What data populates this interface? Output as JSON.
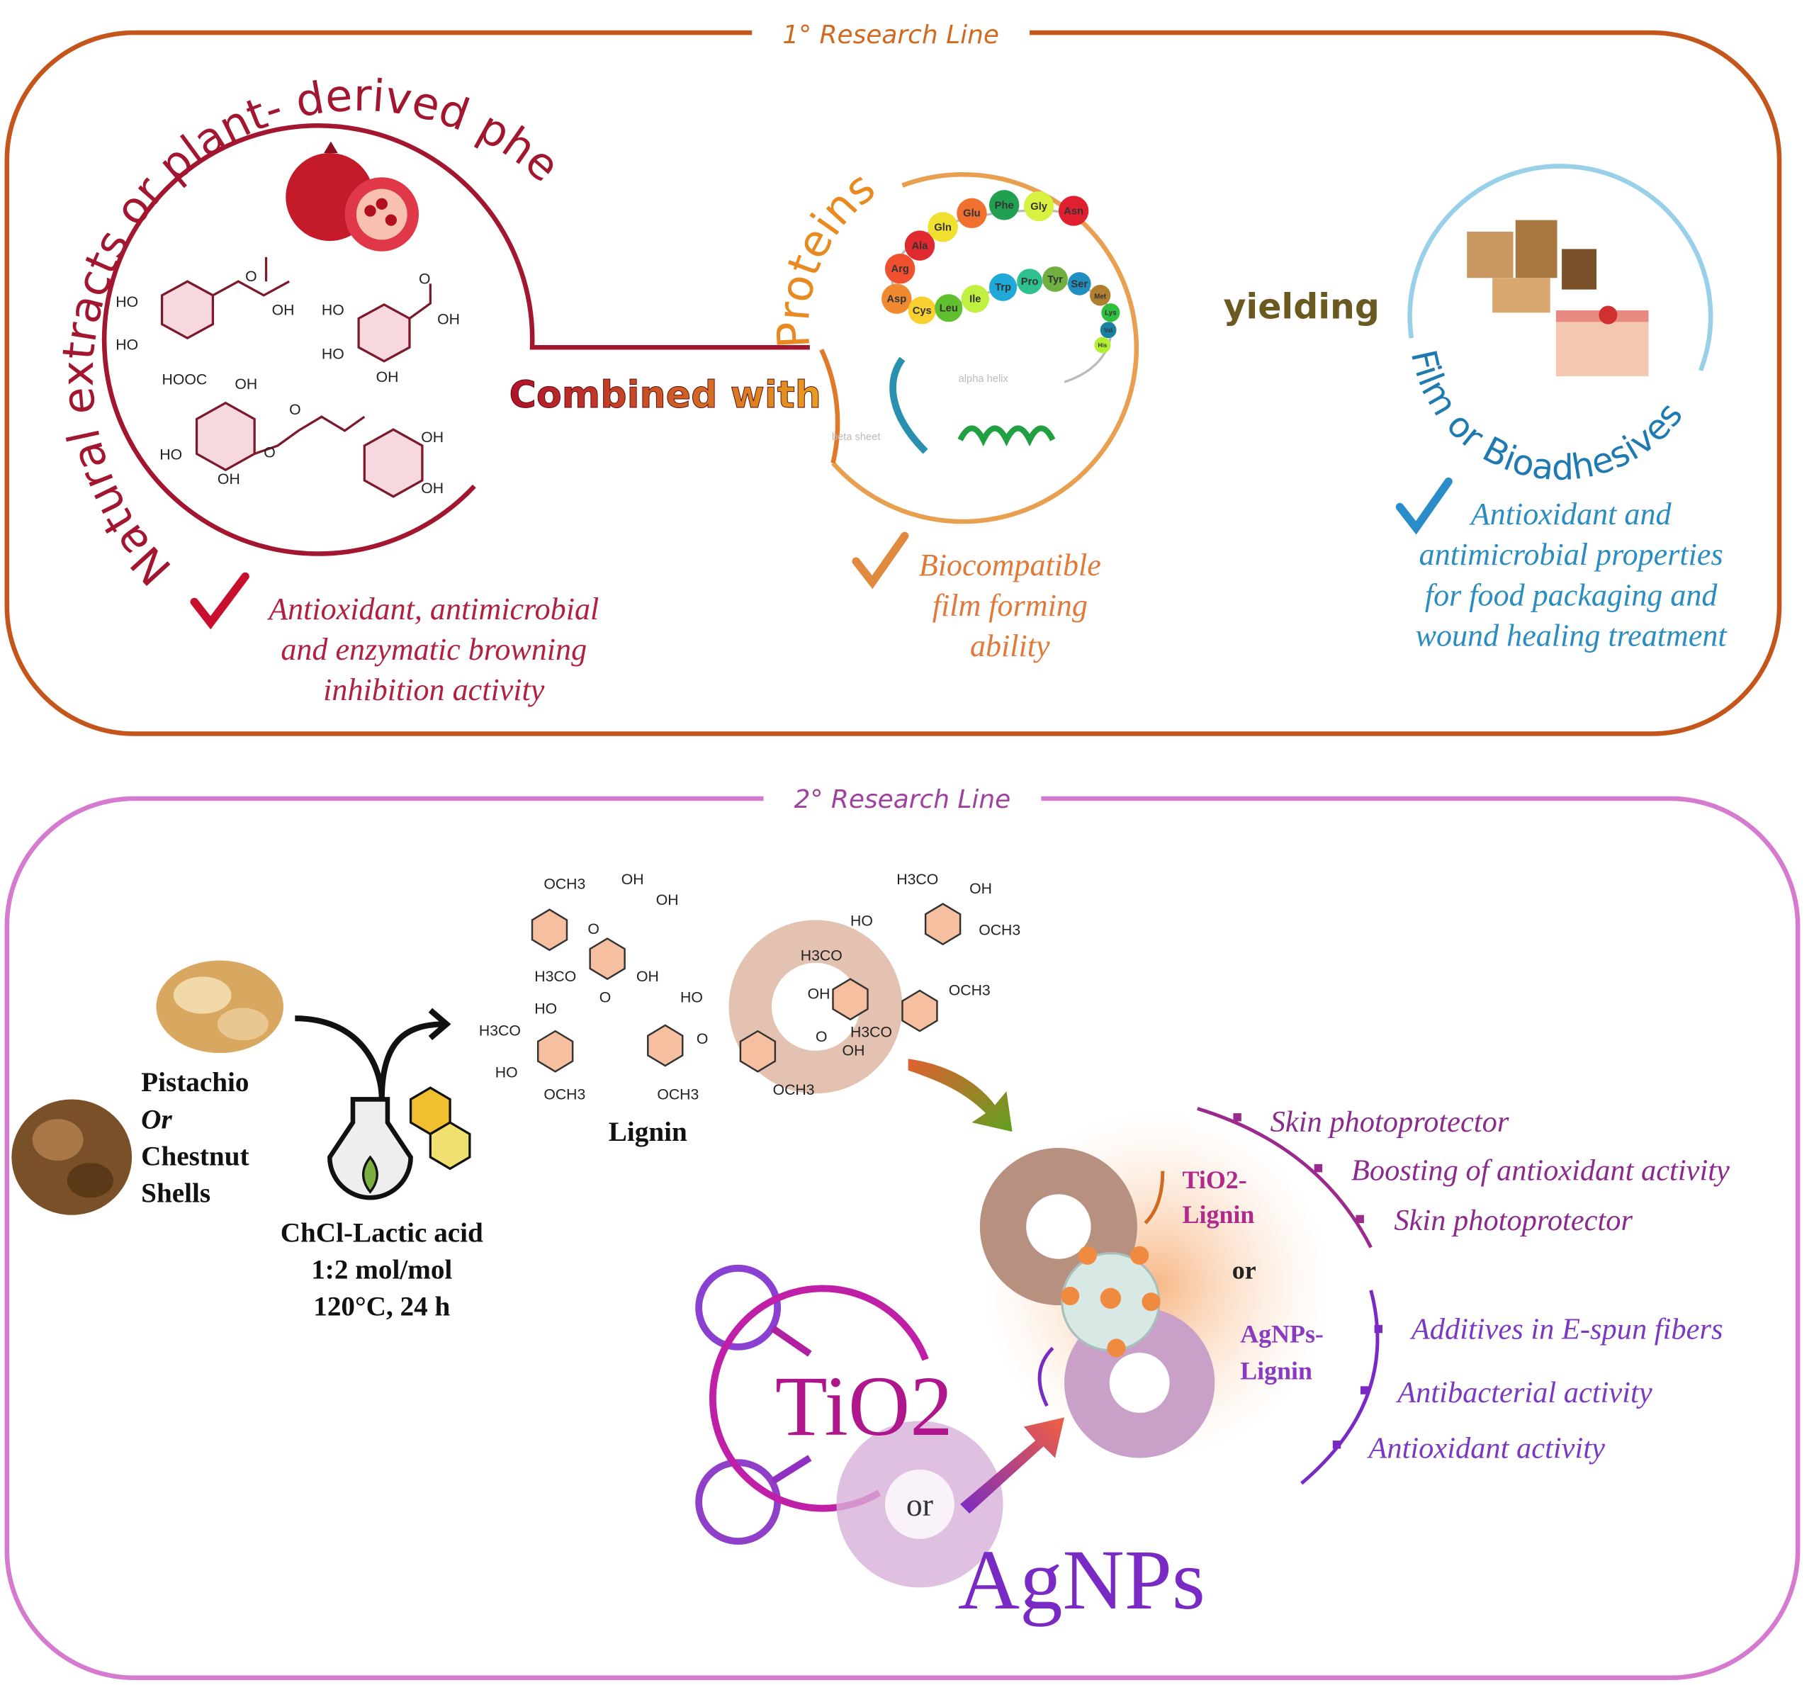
{
  "line1": {
    "title": "1° Research Line",
    "arc_label_phenols": "Natural extracts or plant- derived phenols",
    "phenols_property": [
      "Antioxidant, antimicrobial",
      "and enzymatic browning",
      "inhibition activity"
    ],
    "combined_with": "Combined with",
    "arc_label_proteins": "Proteins",
    "amino_acids": [
      "Asp",
      "Arg",
      "Ala",
      "Gln",
      "Glu",
      "Phe",
      "Gly",
      "Asn",
      "Cys",
      "Leu",
      "Ile",
      "Trp",
      "Pro",
      "Tyr",
      "Ser",
      "Met",
      "Lys",
      "Val",
      "His"
    ],
    "protein_labels": {
      "alpha": "alpha helix",
      "beta": "beta sheet"
    },
    "protein_property": [
      "Biocompatible",
      "film forming",
      "ability"
    ],
    "yielding": "yielding",
    "arc_label_films": "Film or Bioadhesives",
    "films_property": [
      "Antioxidant and",
      "antimicrobial properties",
      "for food packaging and",
      "wound healing treatment"
    ],
    "molecule_labels": {
      "caffeic": [
        "HO",
        "HO",
        "O",
        "OH"
      ],
      "gallic": [
        "HO",
        "HO",
        "OH",
        "O",
        "OH"
      ],
      "chlorogenic": [
        "HOOC",
        "OH",
        "HO",
        "OH",
        "O",
        "O",
        "OH",
        "OH"
      ]
    }
  },
  "line2": {
    "title": "2° Research Line",
    "feedstock": [
      "Pistachio",
      "Or",
      "Chestnut",
      "Shells"
    ],
    "solvent": [
      "ChCl-Lactic acid",
      "1:2 mol/mol",
      "120°C, 24 h"
    ],
    "lignin_label": "Lignin",
    "lignin_groups": [
      "OCH3",
      "OH",
      "OH",
      "H3CO",
      "OH",
      "HO",
      "OCH3",
      "H3CO",
      "OH",
      "HO",
      "H3CO",
      "HO",
      "OCH3",
      "OCH3",
      "OH",
      "H3CO",
      "OH",
      "OCH3",
      "OCH3",
      "HO",
      "O",
      "O",
      "O",
      "O"
    ],
    "products": {
      "tio2_lignin": [
        "TiO2-",
        "Lignin"
      ],
      "or": "or",
      "agnps_lignin": [
        "AgNPs-",
        "Lignin"
      ]
    },
    "tio2_applications": [
      "Skin photoprotector",
      "Boosting of antioxidant activity",
      "Skin photoprotector"
    ],
    "agnps_applications": [
      "Additives in E-spun fibers",
      "Antibacterial activity",
      "Antioxidant activity"
    ],
    "big_tio2": "TiO2",
    "big_or": "or",
    "big_agnps": "AgNPs"
  },
  "colors": {
    "line1_border": "#c4561c",
    "line2_border": "#d67ad0",
    "phenols": "#a3162f",
    "proteins": "#e07a2a",
    "films": "#1e8cb8",
    "purple_text": "#8a2a8c",
    "tio2": "#b0168c",
    "agnps": "#7a2ac4"
  }
}
